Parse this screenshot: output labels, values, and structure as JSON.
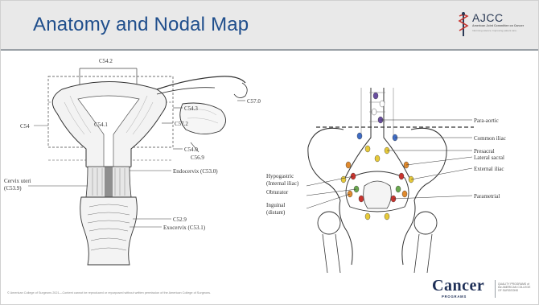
{
  "header": {
    "title": "Anatomy and Nodal Map",
    "logo": {
      "name": "AJCC",
      "subtitle": "American Joint Committee on Cancer",
      "tagline": "Informing science. Improving patient care."
    }
  },
  "left_figure": {
    "labels": {
      "c54_2": "C54.2",
      "c54": "C54",
      "c54_1": "C54.1",
      "c54_3": "C54.3",
      "c57_2": "C57.2",
      "c57_0": "C57.0",
      "c54_0": "C54.0",
      "c56_9": "C56.9",
      "cervix": "Cervix uteri",
      "cervix_code": "(C53.9)",
      "endocervix": "Endocervix (C53.0)",
      "c52_9": "C52.9",
      "exocervix": "Exocervix (C53.1)"
    }
  },
  "right_figure": {
    "labels": {
      "para_aortic": "Para-aortic",
      "common_iliac": "Common iliac",
      "presacral": "Presacral",
      "lateral_sacral": "Lateral sacral",
      "external_iliac": "External iliac",
      "parametrial": "Parametrial",
      "hypogastric": "Hypogastric",
      "internal_iliac": "(Internal iliac)",
      "obturator": "Obturator",
      "inguinal": "Inguinal",
      "distant": "(distant)"
    },
    "colors": {
      "purple": "#6a4fa0",
      "orange": "#e08a2e",
      "red": "#c8342e",
      "yellow": "#e6c93a",
      "blue": "#3f6cc4",
      "green": "#6aa84f"
    }
  },
  "footer": {
    "copyright": "© American College of Surgeons 2021—Content cannot be reproduced or repurposed without written permission of the American College of Surgeons.",
    "cancer_logo": {
      "word": "Cancer",
      "programs": "PROGRAMS",
      "quality": "QUALITY PROGRAMS of the AMERICAN COLLEGE OF SURGEONS"
    }
  }
}
